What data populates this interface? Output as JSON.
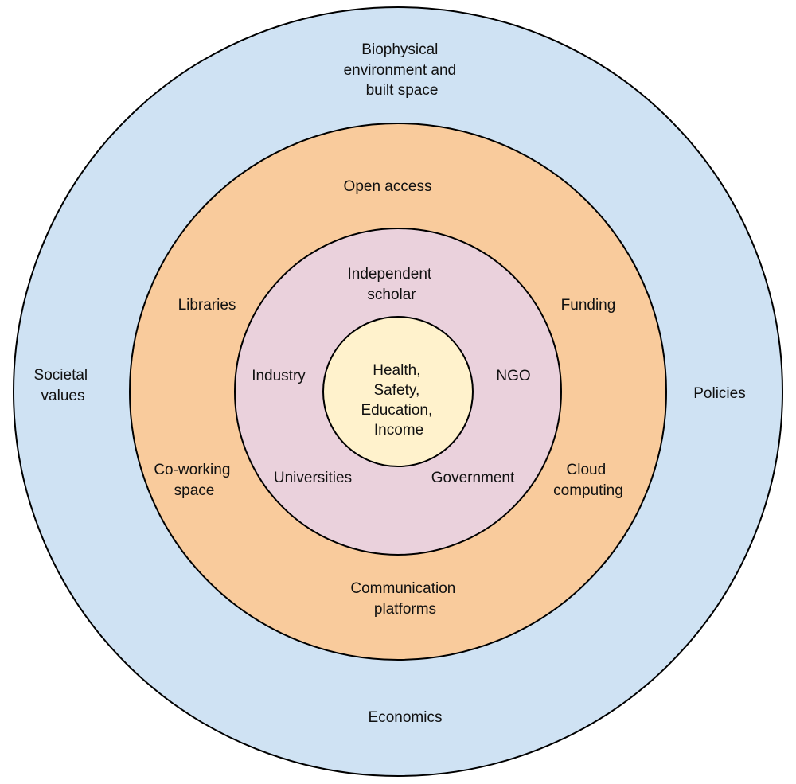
{
  "colors": {
    "outer": "#cfe2f3",
    "middle": "#f9cb9c",
    "inner": "#ead1dc",
    "core": "#fff2cc",
    "stroke": "#000000"
  },
  "rings": {
    "outer": {
      "top": [
        "Biophysical",
        "environment and",
        "built space"
      ],
      "left": [
        "Societal",
        "values"
      ],
      "right": [
        "Policies"
      ],
      "bottom": [
        "Economics"
      ]
    },
    "middle": {
      "top": [
        "Open access"
      ],
      "upper_left": [
        "Libraries"
      ],
      "upper_right": [
        "Funding"
      ],
      "lower_left": [
        "Co-working",
        "space"
      ],
      "lower_right": [
        "Cloud",
        "computing"
      ],
      "bottom": [
        "Communication",
        "platforms"
      ]
    },
    "inner": {
      "top": [
        "Independent",
        "scholar"
      ],
      "left": [
        "Industry"
      ],
      "right": [
        "NGO"
      ],
      "lower_left": [
        "Universities"
      ],
      "lower_right": [
        "Government"
      ]
    },
    "core": {
      "center": [
        "Health,",
        "Safety,",
        "Education,",
        "Income"
      ]
    }
  }
}
